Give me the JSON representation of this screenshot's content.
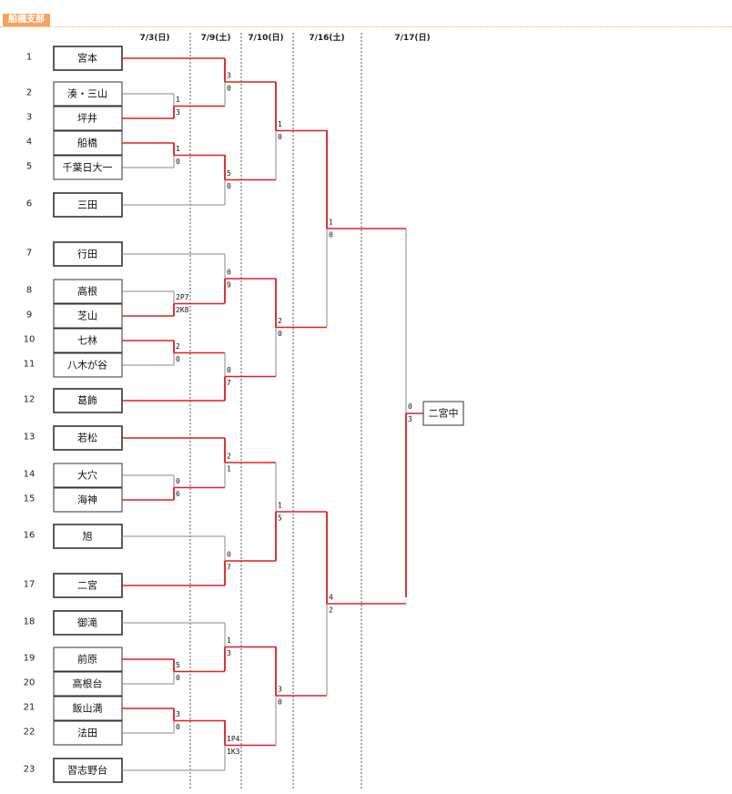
{
  "branch_label": "船橋支部",
  "dates": [
    "7/3(日)",
    "7/9(土)",
    "7/10(日)",
    "7/16(土)",
    "7/17(日)"
  ],
  "teams": [
    {
      "seed": "1",
      "name": "宮本"
    },
    {
      "seed": "2",
      "name": "湊・三山"
    },
    {
      "seed": "3",
      "name": "坪井"
    },
    {
      "seed": "4",
      "name": "船橋"
    },
    {
      "seed": "5",
      "name": "千葉日大一"
    },
    {
      "seed": "6",
      "name": "三田"
    },
    {
      "seed": "7",
      "name": "行田"
    },
    {
      "seed": "8",
      "name": "高根"
    },
    {
      "seed": "9",
      "name": "芝山"
    },
    {
      "seed": "10",
      "name": "七林"
    },
    {
      "seed": "11",
      "name": "八木が谷"
    },
    {
      "seed": "12",
      "name": "葛飾"
    },
    {
      "seed": "13",
      "name": "若松"
    },
    {
      "seed": "14",
      "name": "大穴"
    },
    {
      "seed": "15",
      "name": "海神"
    },
    {
      "seed": "16",
      "name": "旭"
    },
    {
      "seed": "17",
      "name": "二宮"
    },
    {
      "seed": "18",
      "name": "御滝"
    },
    {
      "seed": "19",
      "name": "前原"
    },
    {
      "seed": "20",
      "name": "高根台"
    },
    {
      "seed": "21",
      "name": "飯山満"
    },
    {
      "seed": "22",
      "name": "法田"
    },
    {
      "seed": "23",
      "name": "習志野台"
    }
  ],
  "champion": "二宮中",
  "scores": [
    {
      "top": "1",
      "bottom": "3"
    },
    {
      "top": "1",
      "bottom": "0"
    },
    {
      "top": "2P7",
      "bottom": "2K8"
    },
    {
      "top": "2",
      "bottom": "0"
    },
    {
      "top": "0",
      "bottom": "6"
    },
    {
      "top": "5",
      "bottom": "0"
    },
    {
      "top": "3",
      "bottom": "0"
    },
    {
      "top": "3",
      "bottom": "0"
    },
    {
      "top": "5",
      "bottom": "0"
    },
    {
      "top": "0",
      "bottom": "9"
    },
    {
      "top": "0",
      "bottom": "7"
    },
    {
      "top": "2",
      "bottom": "1"
    },
    {
      "top": "0",
      "bottom": "7"
    },
    {
      "top": "1",
      "bottom": "3"
    },
    {
      "top": "1P4",
      "bottom": "1K3"
    },
    {
      "top": "1",
      "bottom": "0"
    },
    {
      "top": "2",
      "bottom": "0"
    },
    {
      "top": "1",
      "bottom": "5"
    },
    {
      "top": "3",
      "bottom": "0"
    },
    {
      "top": "1",
      "bottom": "0"
    },
    {
      "top": "4",
      "bottom": "2"
    },
    {
      "top": "0",
      "bottom": "3"
    }
  ]
}
